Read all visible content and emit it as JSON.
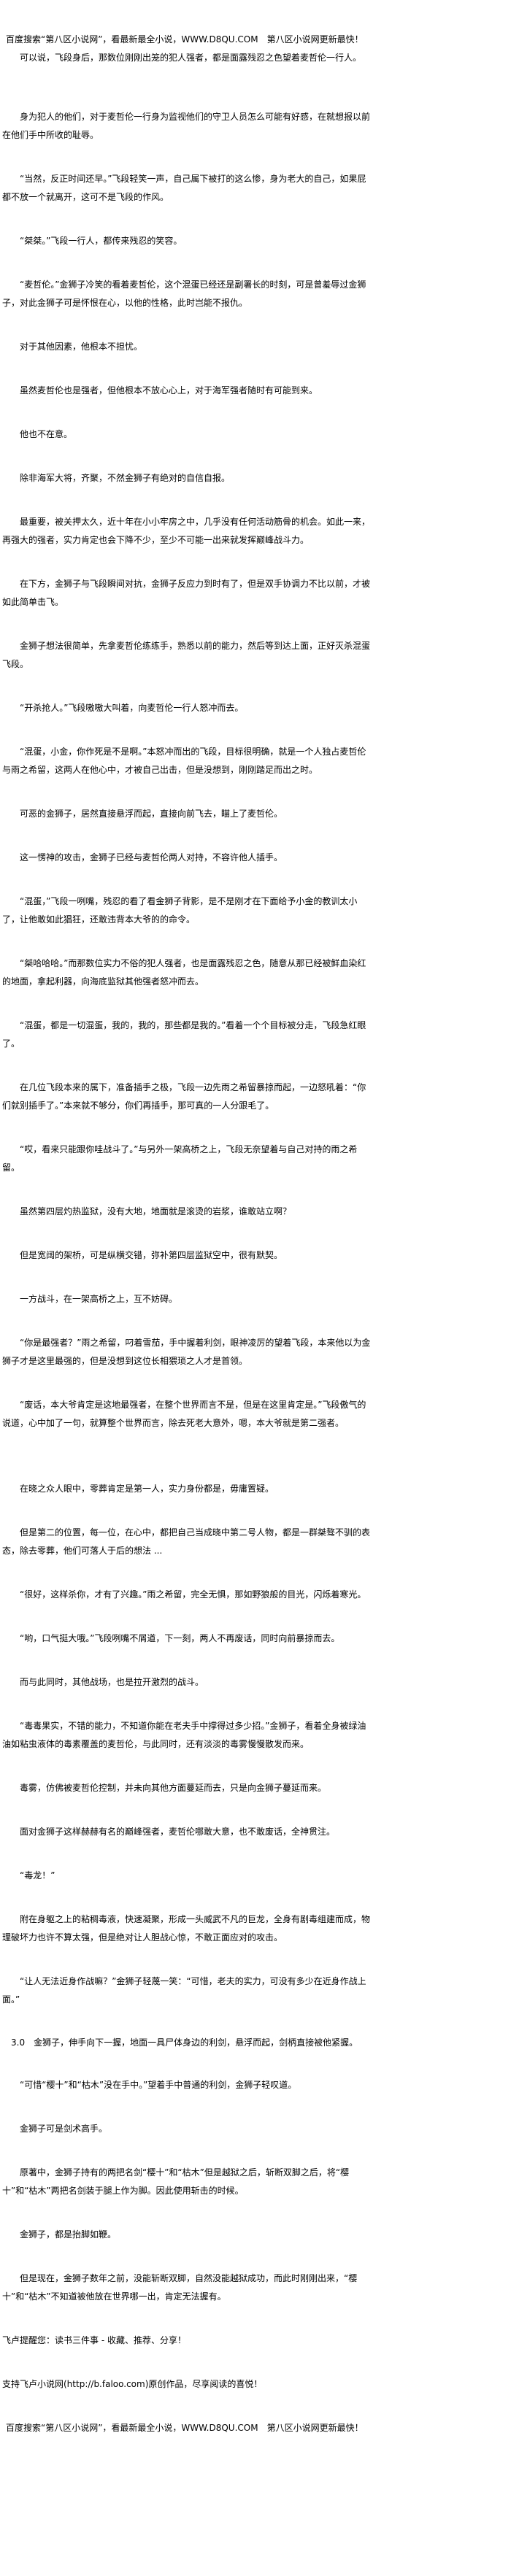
{
  "header_banner": "百度搜索“第八区小说网”，看最新最全小说，WWW.D8QU.COM　第八区小说网更新最快！",
  "paragraphs": [
    "可以说，飞段身后，那数位刚刚出笼的犯人强者，都是面露残忍之色望着麦哲伦一行人。",
    "身为犯人的他们，对于麦哲伦一行身为监视他们的守卫人员怎么可能有好感，在就想报以前在他们手中所收的耻辱。",
    "“当然，反正时间还早。”飞段轻笑一声，自己属下被打的这么惨，身为老大的自己，如果屁都不放一个就离开，这可不是飞段的作风。",
    "“桀桀。”飞段一行人，都传来残忍的笑容。",
    "“麦哲伦。”金狮子冷笑的看着麦哲伦，这个混蛋已经还是副署长的时刻，可是曾羞辱过金狮子，对此金狮子可是怀恨在心，以他的性格，此时岂能不报仇。",
    "对于其他因素，他根本不担忧。",
    "虽然麦哲伦也是强者，但他根本不放心心上，对于海军强者随时有可能到来。",
    "他也不在意。",
    "除非海军大将，齐聚，不然金狮子有绝对的自信自报。",
    "最重要，被关押太久，近十年在小小牢房之中，几乎没有任何活动筋骨的机会。如此一来，再强大的强者，实力肯定也会下降不少，至少不可能一出来就发挥巅峰战斗力。",
    "在下方，金狮子与飞段瞬间对抗，金狮子反应力到时有了，但是双手协调力不比以前，才被如此简单击飞。",
    "金狮子想法很简单，先拿麦哲伦练练手，熟悉以前的能力，然后等到达上面，正好灭杀混蛋飞段。",
    "“开杀抢人。”飞段嗷嗷大叫着，向麦哲伦一行人怒冲而去。",
    "“混蛋，小金，你作死是不是啊。”本怒冲而出的飞段，目标很明确，就是一个人独占麦哲伦与雨之希留，这两人在他心中，才被自己出击，但是没想到，刚刚踏足而出之时。",
    "可恶的金狮子，居然直接悬浮而起，直接向前飞去，瞄上了麦哲伦。",
    "这一愣神的攻击，金狮子已经与麦哲伦两人对持，不容许他人插手。",
    "“混蛋，”飞段一咧嘴，残忍的看了看金狮子背影，是不是刚才在下面给予小金的教训太小了，让他敢如此猖狂，还敢违背本大爷的的命令。",
    "“桀哈哈哈。”而那数位实力不俗的犯人强者，也是面露残忍之色，随意从那已经被鲜血染红的地面，拿起利器，向海底监狱其他强者怒冲而去。",
    "“混蛋，都是一切混蛋，我的，我的，那些都是我的。”看着一个个目标被分走，飞段急红眼了。",
    "在几位飞段本来的属下，准备插手之极，飞段一边先雨之希留暴掠而起，一边怒吼着：“你们就别插手了。”本来就不够分，你们再插手，那可真的一人分跟毛了。",
    "“哎，看来只能跟你哇战斗了。”与另外一架高桥之上，飞段无奈望着与自己对持的雨之希留。",
    "虽然第四层灼热监狱，没有大地，地面就是滚烫的岩浆，谁敢站立啊？",
    "但是宽阔的架桥，可是纵横交错，弥补第四层监狱空中，很有默契。",
    "一方战斗，在一架高桥之上，互不妨碍。",
    "“你是最强者？”雨之希留，叼着雪茄，手中握着利剑，眼神凌厉的望着飞段，本来他以为金狮子才是这里最强的，但是没想到这位长相猥琐之人才是首领。",
    "“废话，本大爷肯定是这地最强者，在整个世界而言不是，但是在这里肯定是。”飞段傲气的说道，心中加了一句，就算整个世界而言，除去死老大意外，嗯，本大爷就是第二强者。",
    "在晓之众人眼中，零葬肯定是第一人，实力身份都是，毋庸置疑。",
    "但是第二的位置，每一位，在心中，都把自己当成晓中第二号人物，都是一群桀骜不驯的表态，除去零葬，他们可落人于后的想法 ...",
    "“很好，这样杀你，才有了兴趣。”雨之希留，完全无惧，那如野狼般的目光，闪烁着寒光。",
    "“哟，口气挺大哦。”飞段咧嘴不屑道，下一刻，两人不再废话，同时向前暴掠而去。",
    "而与此同时，其他战场，也是拉开激烈的战斗。",
    "“毒毒果实，不错的能力，不知道你能在老夫手中撑得过多少招。”金狮子，看着全身被绿油油如粘虫液体的毒素覆盖的麦哲伦，与此同时，还有淡淡的毒雾慢慢散发而来。",
    "毒雾，仿佛被麦哲伦控制，并未向其他方面蔓延而去，只是向金狮子蔓延而来。",
    "面对金狮子这样赫赫有名的巅峰强者，麦哲伦哪敢大意，也不敢废话，全神贯注。",
    "“毒龙！”",
    "附在身躯之上的粘稠毒液，快速凝聚，形成一头威武不凡的巨龙，全身有剧毒组建而成，物理破坏力也许不算太强，但是绝对让人胆战心惊，不敢正面应对的攻击。",
    "“让人无法近身作战嘛？”金狮子轻蔑一笑：“可惜，老夫的实力，可没有多少在近身作战上面。”",
    "3.0　金狮子，伸手向下一握，地面一具尸体身边的利剑，悬浮而起，剑柄直接被他紧握。",
    "“可惜“樱十”和“枯木”没在手中。”望着手中普通的利剑，金狮子轻叹道。",
    "金狮子可是剑术高手。",
    "原著中，金狮子持有的两把名剑“樱十”和“枯木”但是越狱之后，斩断双脚之后，将“樱十”和“枯木”两把名剑装于腿上作为脚。因此使用斩击的时候。",
    "金狮子，都是抬脚如鞭。",
    "但是现在，金狮子数年之前，没能斩断双脚，自然没能越狱成功，而此时刚刚出来，“樱十”和“枯木”不知道被他放在世界哪一出，肯定无法握有。"
  ],
  "footer_notes": [
    "飞卢提醒您：读书三件事 - 收藏、推荐、分享！",
    "支持飞卢小说网(http://b.faloo.com)原创作品，尽享阅读的喜悦！"
  ],
  "footer_banner": "百度搜索“第八区小说网”，看最新最全小说，WWW.D8QU.COM　第八区小说网更新最快！"
}
